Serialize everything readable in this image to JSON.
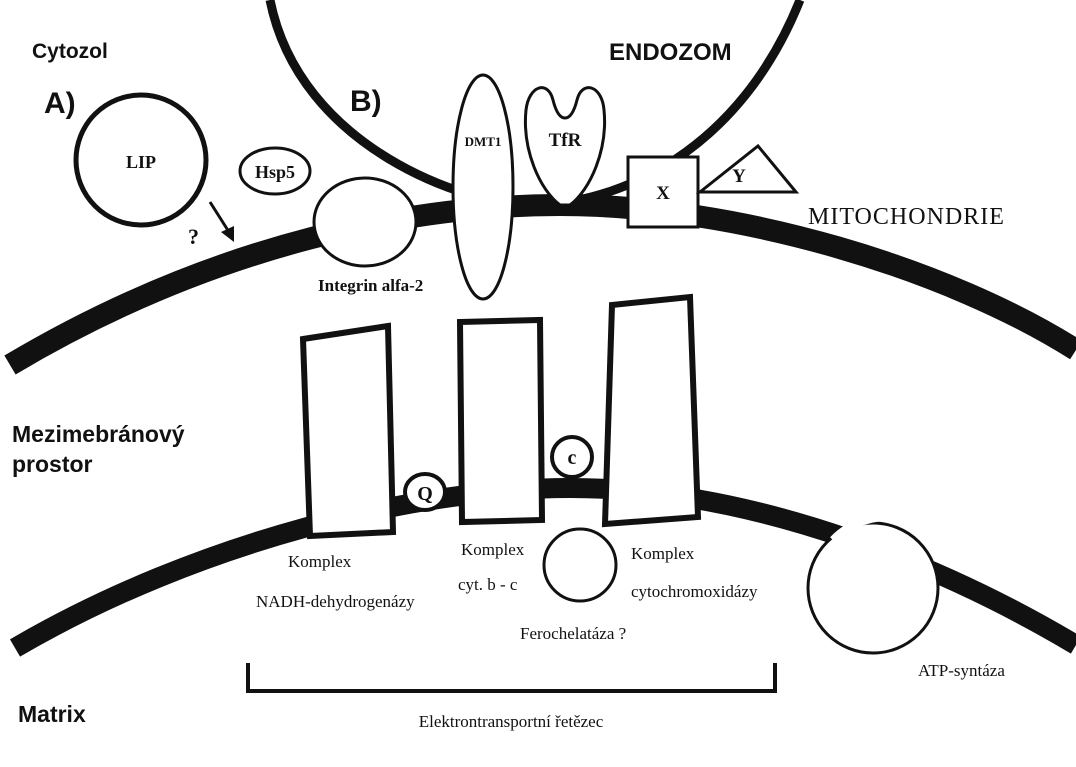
{
  "regions": {
    "cytosol": "Cytozol",
    "endosome": "ENDOZOM",
    "mitochondrion": "MITOCHONDRIE",
    "intermembrane_line1": "Mezimebránový",
    "intermembrane_line2": "prostor",
    "matrix": "Matrix"
  },
  "panels": {
    "a": "A)",
    "b": "B)"
  },
  "proteins": {
    "lip": "LIP",
    "unknown_transport": "?",
    "hsp5": "Hsp5",
    "integrin": "Integrin alfa-2",
    "dmt1": "DMT1",
    "tfr": "TfR",
    "x": "X",
    "y": "Y",
    "q": "Q",
    "c": "c"
  },
  "complexes": {
    "complex1_line1": "Komplex",
    "complex1_line2": "NADH-dehydrogenázy",
    "complex3_line1": "Komplex",
    "complex3_line2": "cyt. b - c",
    "complex4_line1": "Komplex",
    "complex4_line2": "cytochromoxidázy",
    "ferrochelatase": "Ferochelatáza ?",
    "atp_synthase": "ATP-syntáza",
    "etc": "Elektrontransportní řetězec"
  },
  "colors": {
    "ink": "#111111",
    "background": "#ffffff"
  }
}
